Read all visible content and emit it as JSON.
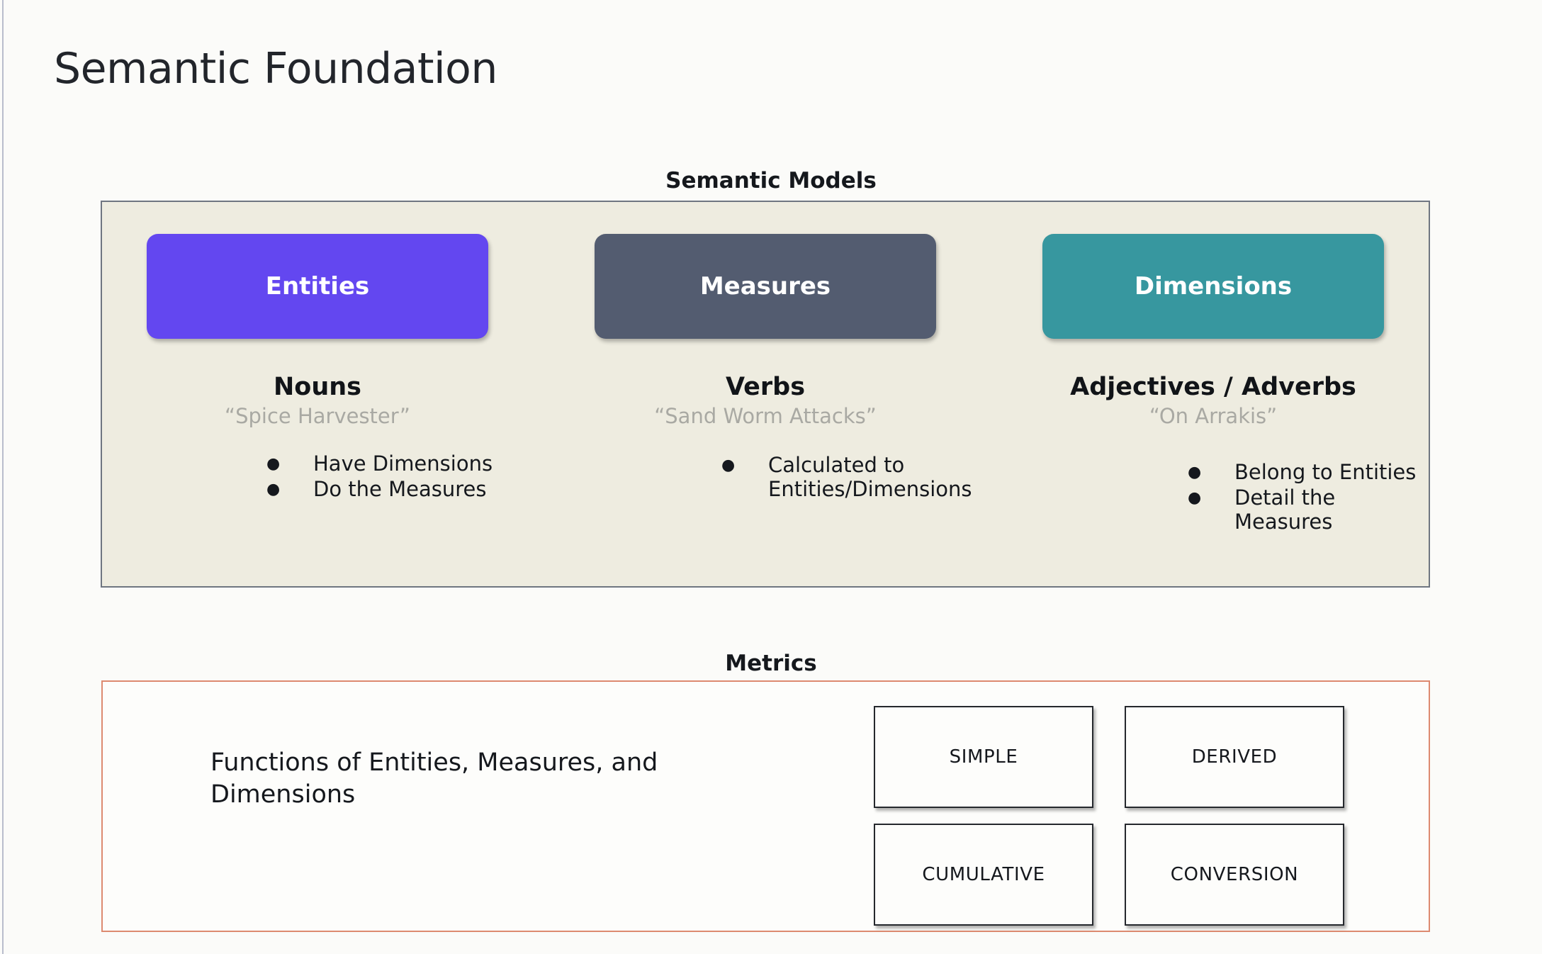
{
  "slide": {
    "title": "Semantic Foundation"
  },
  "semantic_models": {
    "caption": "Semantic Models",
    "columns": [
      {
        "pill_label": "Entities",
        "pill_color": "#6347f0",
        "part_of_speech": "Nouns",
        "example": "“Spice Harvester”",
        "bullets": [
          "Have Dimensions",
          "Do the Measures"
        ]
      },
      {
        "pill_label": "Measures",
        "pill_color": "#535c70",
        "part_of_speech": "Verbs",
        "example": "“Sand Worm Attacks”",
        "bullets": [
          "Calculated to Entities/Dimensions"
        ]
      },
      {
        "pill_label": "Dimensions",
        "pill_color": "#37979f",
        "part_of_speech": "Adjectives / Adverbs",
        "example": "“On Arrakis”",
        "bullets": [
          "Belong to Entities",
          "Detail the Measures"
        ]
      }
    ]
  },
  "metrics": {
    "caption": "Metrics",
    "description": "Functions of Entities, Measures, and Dimensions",
    "border_color": "#dd8a70",
    "types": [
      "SIMPLE",
      "DERIVED",
      "CUMULATIVE",
      "CONVERSION"
    ]
  }
}
